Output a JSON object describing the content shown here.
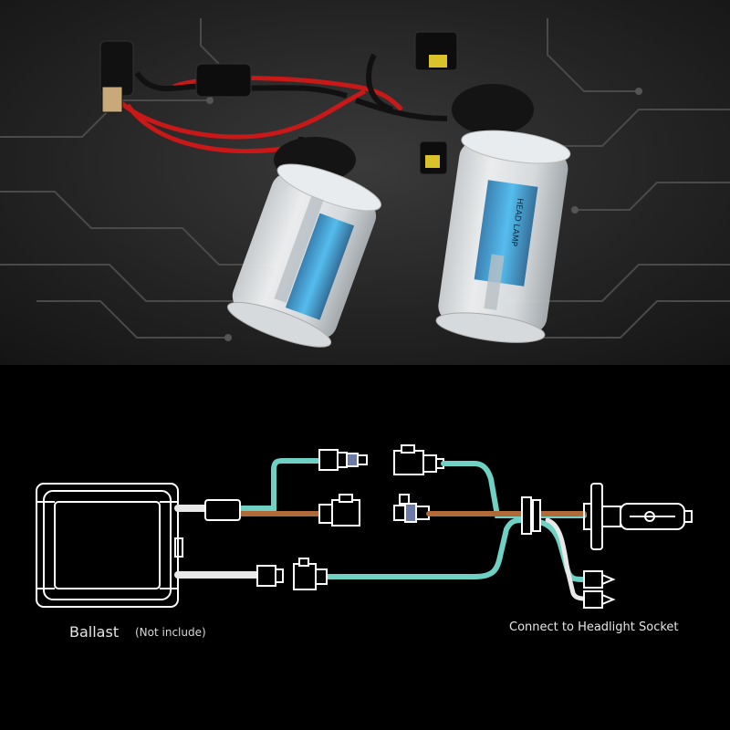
{
  "photo": {
    "subject": "HID xenon bulbs with wiring harness",
    "bulb_print": "HEAD LAMP"
  },
  "diagram": {
    "ballast_label": "Ballast",
    "ballast_note": "(Not include)",
    "socket_label": "Connect to Headlight Socket"
  },
  "colors": {
    "background": "#000000",
    "wire_teal": "#6fd0c4",
    "wire_brown": "#b06a3a",
    "wire_white": "#e8e8e8",
    "wire_red": "#c81818",
    "outline": "#ffffff"
  }
}
